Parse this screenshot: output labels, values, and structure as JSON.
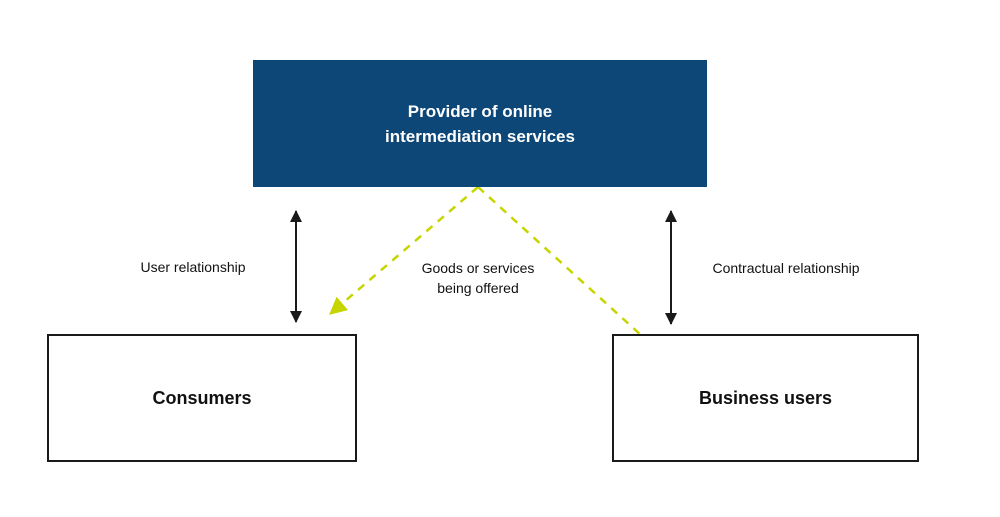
{
  "colors": {
    "background": "#ffffff",
    "provider_box_fill": "#0d4778",
    "provider_box_text": "#ffffff",
    "entity_box_border": "#1a1a1a",
    "entity_box_text": "#111111",
    "solid_arrow": "#1a1a1a",
    "dashed_arrow": "#c6d400",
    "label_text": "#111111"
  },
  "nodes": {
    "provider": {
      "label_line1": "Provider of online",
      "label_line2": "intermediation services"
    },
    "consumers": {
      "label": "Consumers"
    },
    "business_users": {
      "label": "Business users"
    }
  },
  "edges": {
    "user_relationship": {
      "label": "User relationship",
      "style": "black double-headed arrow between Provider and Consumers"
    },
    "contractual_relationship": {
      "label": "Contractual relationship",
      "style": "black double-headed arrow between Provider and Business users"
    },
    "goods_offered": {
      "label_line1": "Goods or services",
      "label_line2": "being offered",
      "style": "yellow-green dashed V from Provider, arrowhead toward Consumers"
    }
  }
}
